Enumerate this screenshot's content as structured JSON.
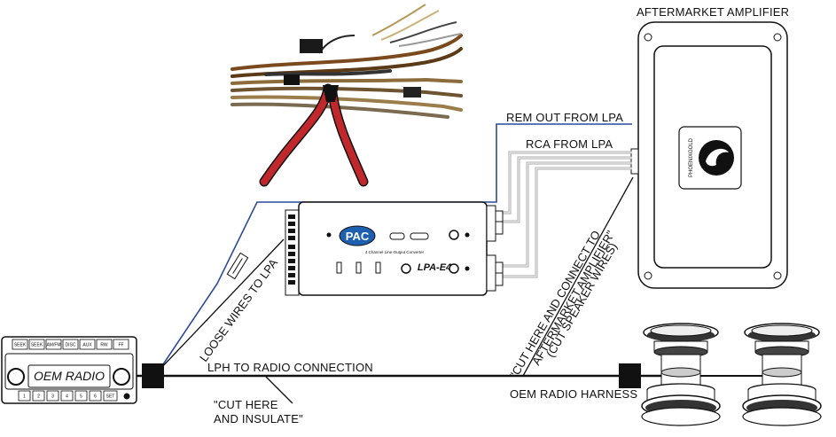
{
  "labels": {
    "amplifier": "AFTERMARKET AMPLIFIER",
    "rem_out": "REM OUT FROM LPA",
    "rca": "RCA FROM LPA",
    "loose_wires": "LOOSE WIRES TO LPA",
    "lph_connection": "LPH TO RADIO CONNECTION",
    "cut_insulate_1": "\"CUT HERE",
    "cut_insulate_2": "AND INSULATE\"",
    "cut_connect_1": "\"CUT HERE AND CONNECT TO",
    "cut_connect_2": "AFTERMARKET AMPLIFIER\"",
    "cut_connect_3": "(CUT SPEAKER WIRES)",
    "oem_harness": "OEM RADIO HARNESS"
  },
  "radio": {
    "top_buttons": [
      "SEEK",
      "SEEK",
      "AM/FM",
      "DISC",
      "AUX",
      "RW",
      "FF"
    ],
    "display": "OEM RADIO",
    "bottom_buttons": [
      "1",
      "2",
      "3",
      "4",
      "5",
      "6",
      "SET"
    ]
  },
  "converter": {
    "brand": "PAC",
    "subtitle": "4 Channel Line-Output Converter",
    "model": "LPA-E4"
  },
  "amp_brand": "PHOENIXGOLD"
}
